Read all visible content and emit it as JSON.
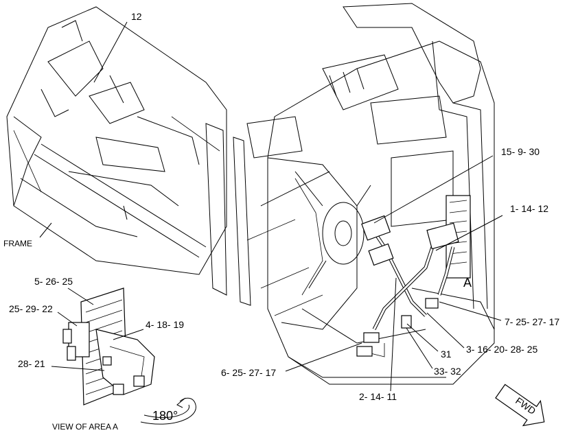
{
  "callouts": {
    "c12": "12",
    "c15_9_30": "15- 9- 30",
    "c1_14_12": "1- 14- 12",
    "frame": "FRAME",
    "c5_26_25": "5- 26- 25",
    "c25_29_22": "25- 29- 22",
    "c4_18_19": "4- 18- 19",
    "c28_21": "28- 21",
    "area_a": "A",
    "c7_25_27_17": "7- 25- 27- 17",
    "c3_16_20_28_25": "3- 16- 20- 28- 25",
    "c31": "31",
    "c6_25_27_17": "6- 25- 27- 17",
    "c33_32": "33- 32",
    "c2_14_11": "2- 14- 11",
    "view_of_area_a": "VIEW OF AREA  A",
    "rotation": "180°",
    "fwd": "FWD"
  }
}
